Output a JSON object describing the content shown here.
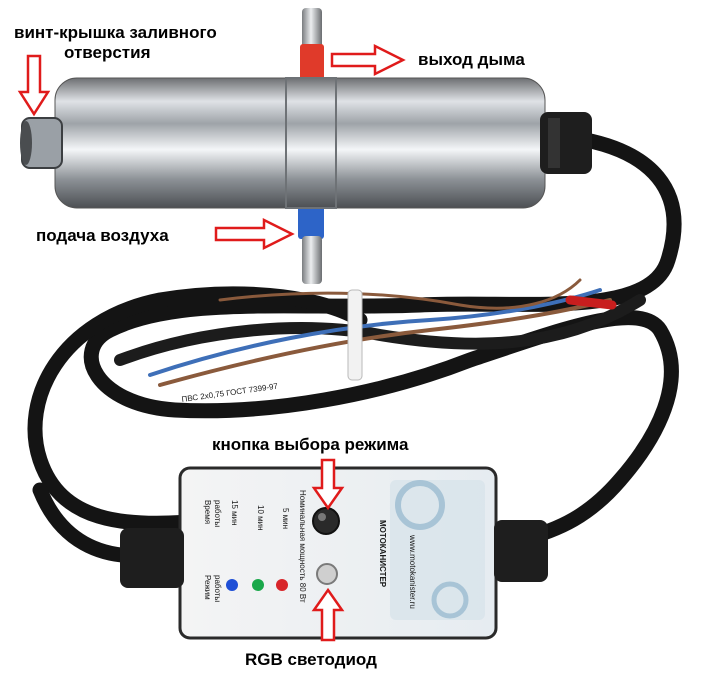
{
  "labels": {
    "screw_cap_line1": "винт-крышка заливного",
    "screw_cap_line2": "отверстия",
    "smoke_out": "выход дыма",
    "air_in": "подача воздуха",
    "mode_button": "кнопка выбора режима",
    "rgb_led": "RGB светодиод"
  },
  "device_panel": {
    "time_label_1": "Время",
    "time_label_2": "работы",
    "time_15": "15 мин",
    "time_10": "10 мин",
    "time_5": "5 мин",
    "mode_label_1": "Режим",
    "mode_label_2": "работы",
    "power_text": "Номинальная мощность 80 Вт",
    "brand_text": "МОТОКАНИСТЕР",
    "url_text": "www.motokanister.ru",
    "cable_text": "ПВС 2х0,75 ГОСТ 7399-97"
  },
  "colors": {
    "arrow_red": "#e01b1b",
    "smoke_tube_red": "#e03a2a",
    "air_tube_blue": "#2d64c8",
    "led_blue": "#1f4fd6",
    "led_green": "#1aa84a",
    "led_red": "#d8262a",
    "cable_black": "#141414",
    "wire_brown": "#8a5a3c",
    "wire_blue": "#3e6fb8"
  }
}
